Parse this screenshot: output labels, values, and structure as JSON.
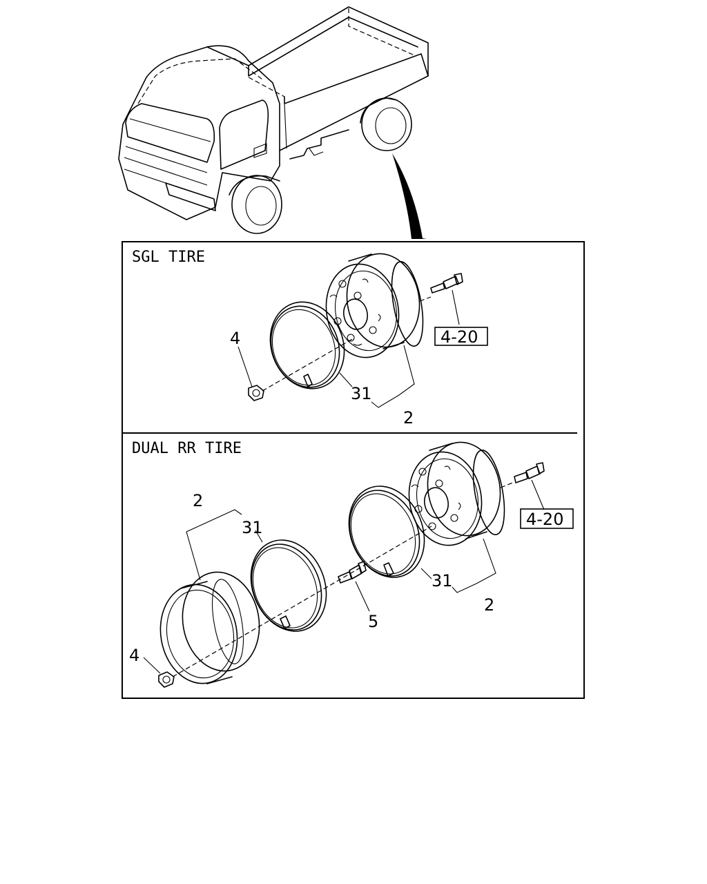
{
  "sections": {
    "single": {
      "title": "SGL TIRE"
    },
    "dual": {
      "title": "DUAL RR TIRE"
    }
  },
  "callouts": {
    "sgl_nut": "4",
    "sgl_ring": "31",
    "sgl_wheel": "2",
    "sgl_ref": "4-20",
    "dual_wheel_inner": "2",
    "dual_ring_inner": "31",
    "dual_stud": "5",
    "dual_nut": "4",
    "dual_ring_outer": "31",
    "dual_wheel_outer": "2",
    "dual_ref": "4-20"
  }
}
